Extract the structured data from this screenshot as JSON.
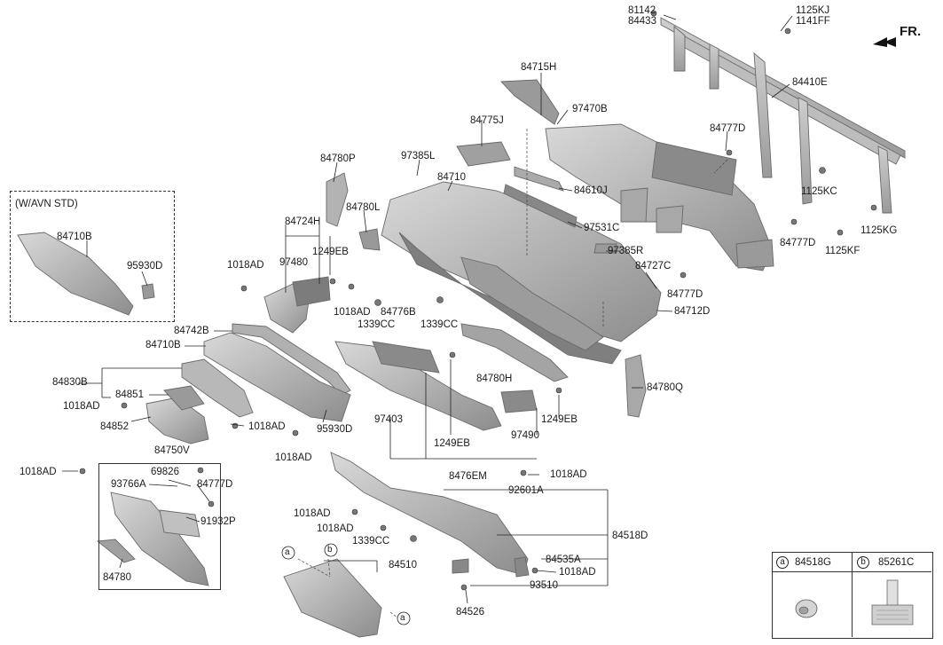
{
  "header": {
    "direction": "FR."
  },
  "variant_label": "(W/AVN STD)",
  "callout": {
    "a": "a",
    "b": "b"
  },
  "legend": [
    {
      "letter": "a",
      "part": "84518G"
    },
    {
      "letter": "b",
      "part": "85261C"
    }
  ],
  "parts": {
    "p81142": "81142",
    "p84433": "84433",
    "p1125KJ": "1125KJ",
    "p1141FF": "1141FF",
    "p84715H": "84715H",
    "p84410E": "84410E",
    "p97470B": "97470B",
    "p84775J": "84775J",
    "p84777D_a": "84777D",
    "p84780P": "84780P",
    "p97385L": "97385L",
    "p84710": "84710",
    "p1125KC": "1125KC",
    "p84610J": "84610J",
    "p84780L": "84780L",
    "p97531C": "97531C",
    "p84724H": "84724H",
    "p84710B_a": "84710B",
    "p84777D_b": "84777D",
    "p1125KG": "1125KG",
    "p97385R": "97385R",
    "p1125KF": "1125KF",
    "p97480": "97480",
    "p1249EB_a": "1249EB",
    "p1018AD_a": "1018AD",
    "p95930D_a": "95930D",
    "p84727C": "84727C",
    "p84777D_c": "84777D",
    "p1018AD_b": "1018AD",
    "p84776B": "84776B",
    "p84712D": "84712D",
    "p1339CC_a": "1339CC",
    "p1339CC_b": "1339CC",
    "p84742B": "84742B",
    "p84710B_b": "84710B",
    "p84830B": "84830B",
    "p84780H": "84780H",
    "p84851": "84851",
    "p84780Q": "84780Q",
    "p1018AD_c": "1018AD",
    "p97403": "97403",
    "p1249EB_b": "1249EB",
    "p84852": "84852",
    "p1018AD_d": "1018AD",
    "p95930D_b": "95930D",
    "p97490": "97490",
    "p84750V": "84750V",
    "p1249EB_c": "1249EB",
    "p1018AD_e": "1018AD",
    "p1018AD_f": "1018AD",
    "p8476EM": "8476EM",
    "p1018AD_g": "1018AD",
    "p69826": "69826",
    "p93766A": "93766A",
    "p84777D_d": "84777D",
    "p92601A": "92601A",
    "p1018AD_h": "1018AD",
    "p91932P": "91932P",
    "p1018AD_i": "1018AD",
    "p84518D": "84518D",
    "p1339CC_c": "1339CC",
    "p84535A": "84535A",
    "p84510": "84510",
    "p1018AD_j": "1018AD",
    "p84780": "84780",
    "p93510": "93510",
    "p84526": "84526"
  }
}
